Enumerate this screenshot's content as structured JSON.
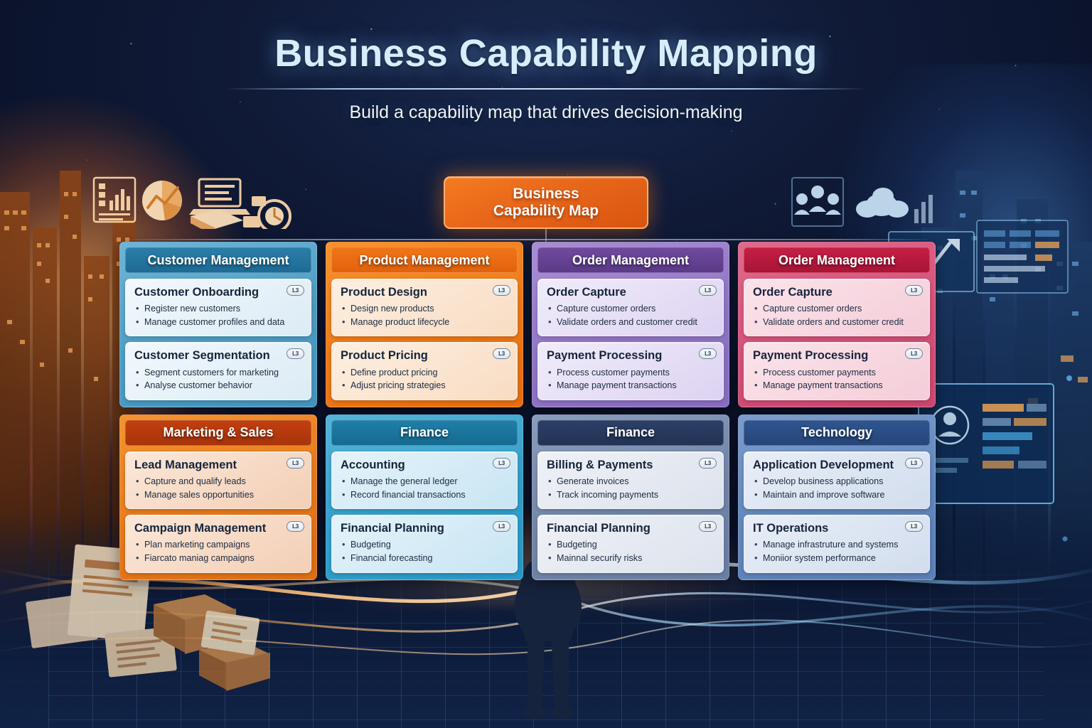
{
  "header": {
    "title": "Business Capability Mapping",
    "subtitle": "Build a capability map that drives decision-making"
  },
  "root_node": {
    "line1": "Business",
    "line2": "Capability Map"
  },
  "badge_label": "L3",
  "columns": [
    {
      "id": "customer-management",
      "header": "Customer Management",
      "theme": "c-teal",
      "accent": "#1d6b94",
      "capabilities": [
        {
          "title": "Customer Onboarding",
          "badge": "L3",
          "items": [
            "Register new customers",
            "Manage customer profiles and data"
          ]
        },
        {
          "title": "Customer Segmentation",
          "badge": "L3",
          "items": [
            "Segment customers for marketing",
            "Analyse customer behavior"
          ]
        }
      ]
    },
    {
      "id": "product-management",
      "header": "Product Management",
      "theme": "c-orange",
      "accent": "#e2620c",
      "capabilities": [
        {
          "title": "Product Design",
          "badge": "L3",
          "items": [
            "Design new products",
            "Manage product lifecycle"
          ]
        },
        {
          "title": "Product Pricing",
          "badge": "L3",
          "items": [
            "Define product pricing",
            "Adjust pricing strategies"
          ]
        }
      ]
    },
    {
      "id": "order-management-purple",
      "header": "Order Management",
      "theme": "c-purple",
      "accent": "#5b3a87",
      "capabilities": [
        {
          "title": "Order Capture",
          "badge": "L3",
          "items": [
            "Capture customer orders",
            "Validate orders and customer credit"
          ]
        },
        {
          "title": "Payment Processing",
          "badge": "L3",
          "items": [
            "Process customer payments",
            "Manage payment transactions"
          ]
        }
      ]
    },
    {
      "id": "order-management-crimson",
      "header": "Order Management",
      "theme": "c-crimson",
      "accent": "#a91436",
      "capabilities": [
        {
          "title": "Order Capture",
          "badge": "L3",
          "items": [
            "Capture customer orders",
            "Validate orders and customer credit"
          ]
        },
        {
          "title": "Payment Processing",
          "badge": "L3",
          "items": [
            "Process customer payments",
            "Manage payment transactions"
          ]
        }
      ]
    },
    {
      "id": "marketing-and-sales",
      "header": "Marketing & Sales",
      "theme": "c-amber",
      "accent": "#a8340b",
      "capabilities": [
        {
          "title": "Lead Management",
          "badge": "L3",
          "items": [
            "Capture and qualify leads",
            "Manage sales opportunities"
          ]
        },
        {
          "title": "Campaign Management",
          "badge": "L3",
          "items": [
            "Plan marketing campaigns",
            "Fiarcato maniag campaigns"
          ]
        }
      ]
    },
    {
      "id": "finance-cyan",
      "header": "Finance",
      "theme": "c-cyan",
      "accent": "#166a90",
      "capabilities": [
        {
          "title": "Accounting",
          "badge": "L3",
          "items": [
            "Manage the general ledger",
            "Record financial transactions"
          ]
        },
        {
          "title": "Financial Planning",
          "badge": "L3",
          "items": [
            "Budgeting",
            "Financial forecasting"
          ]
        }
      ]
    },
    {
      "id": "finance-slate",
      "header": "Finance",
      "theme": "c-slate",
      "accent": "#233355",
      "capabilities": [
        {
          "title": "Billing & Payments",
          "badge": "L3",
          "items": [
            "Generate invoices",
            "Track incoming payments"
          ]
        },
        {
          "title": "Financial Planning",
          "badge": "L3",
          "items": [
            "Budgeting",
            "Mainnal securify risks"
          ]
        }
      ]
    },
    {
      "id": "technology",
      "header": "Technology",
      "theme": "c-steel",
      "accent": "#264679",
      "capabilities": [
        {
          "title": "Application Development",
          "badge": "L3",
          "items": [
            "Develop business applications",
            "Maintain and improve software"
          ]
        },
        {
          "title": "IT Operations",
          "badge": "L3",
          "items": [
            "Manage infrastruture and systems",
            "Moniior system performance"
          ]
        }
      ]
    }
  ],
  "decor": {
    "left_icons": [
      "report-document-icon",
      "pie-chart-icon",
      "laptop-icon",
      "book-icon",
      "clock-icon"
    ],
    "right_icons": [
      "people-group-icon",
      "cloud-icon",
      "bar-chart-icon"
    ],
    "background": [
      "starfield",
      "orange-city-skyline-left",
      "blue-city-skyline-right",
      "businessman-silhouette",
      "light-ribbons",
      "document-pile",
      "tech-dashboard-panels",
      "grid-plaza-floor"
    ]
  },
  "palette": {
    "orange": "#ef7a18",
    "teal": "#4e9ec6",
    "purple": "#9176c6",
    "crimson": "#d4517a",
    "cyan": "#33a0cc",
    "slate": "#7387aa",
    "steel": "#6287bd",
    "title_blue": "#d7edfb",
    "backdrop": "#0d1730"
  }
}
